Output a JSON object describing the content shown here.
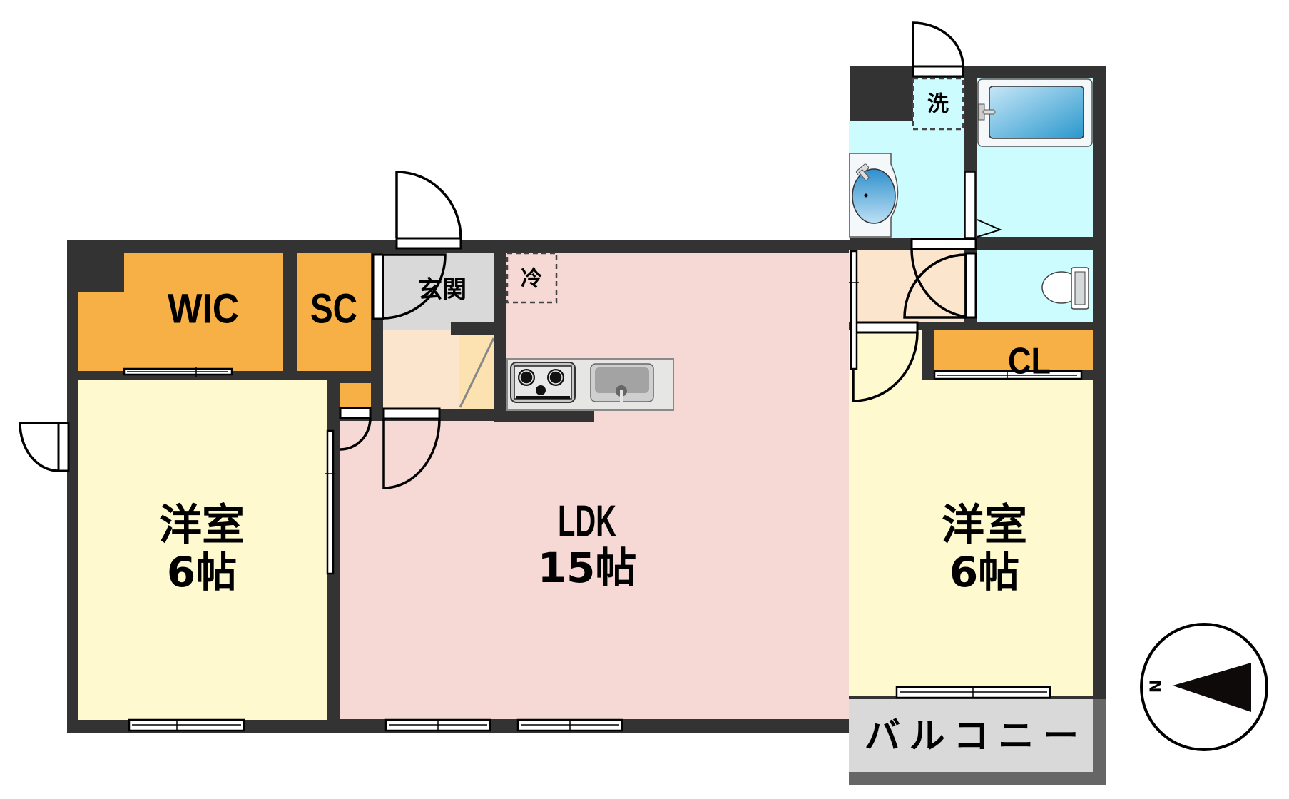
{
  "floorplan": {
    "rooms": {
      "wic": {
        "label": "WIC"
      },
      "sc": {
        "label": "SC"
      },
      "genkan": {
        "label": "玄関"
      },
      "fridge": {
        "label": "冷"
      },
      "washer": {
        "label": "洗"
      },
      "cl": {
        "label": "CL"
      },
      "western_left": {
        "label": "洋室",
        "size": "6帖"
      },
      "ldk": {
        "label": "LDK",
        "size": "15帖"
      },
      "western_right": {
        "label": "洋室",
        "size": "6帖"
      },
      "balcony": {
        "label": "バルコニー"
      }
    },
    "compass": {
      "label": "N",
      "direction": "west"
    },
    "colors": {
      "wall": "#333333",
      "storage": "#f7b046",
      "western_room": "#fef9cf",
      "ldk": "#f6d8d4",
      "genkan": "#d9d9d9",
      "hallway": "#fbe5cd",
      "wet_area": "#ccfcfd",
      "balcony": "#d9d9d9",
      "balcony_wall": "#666666"
    }
  }
}
